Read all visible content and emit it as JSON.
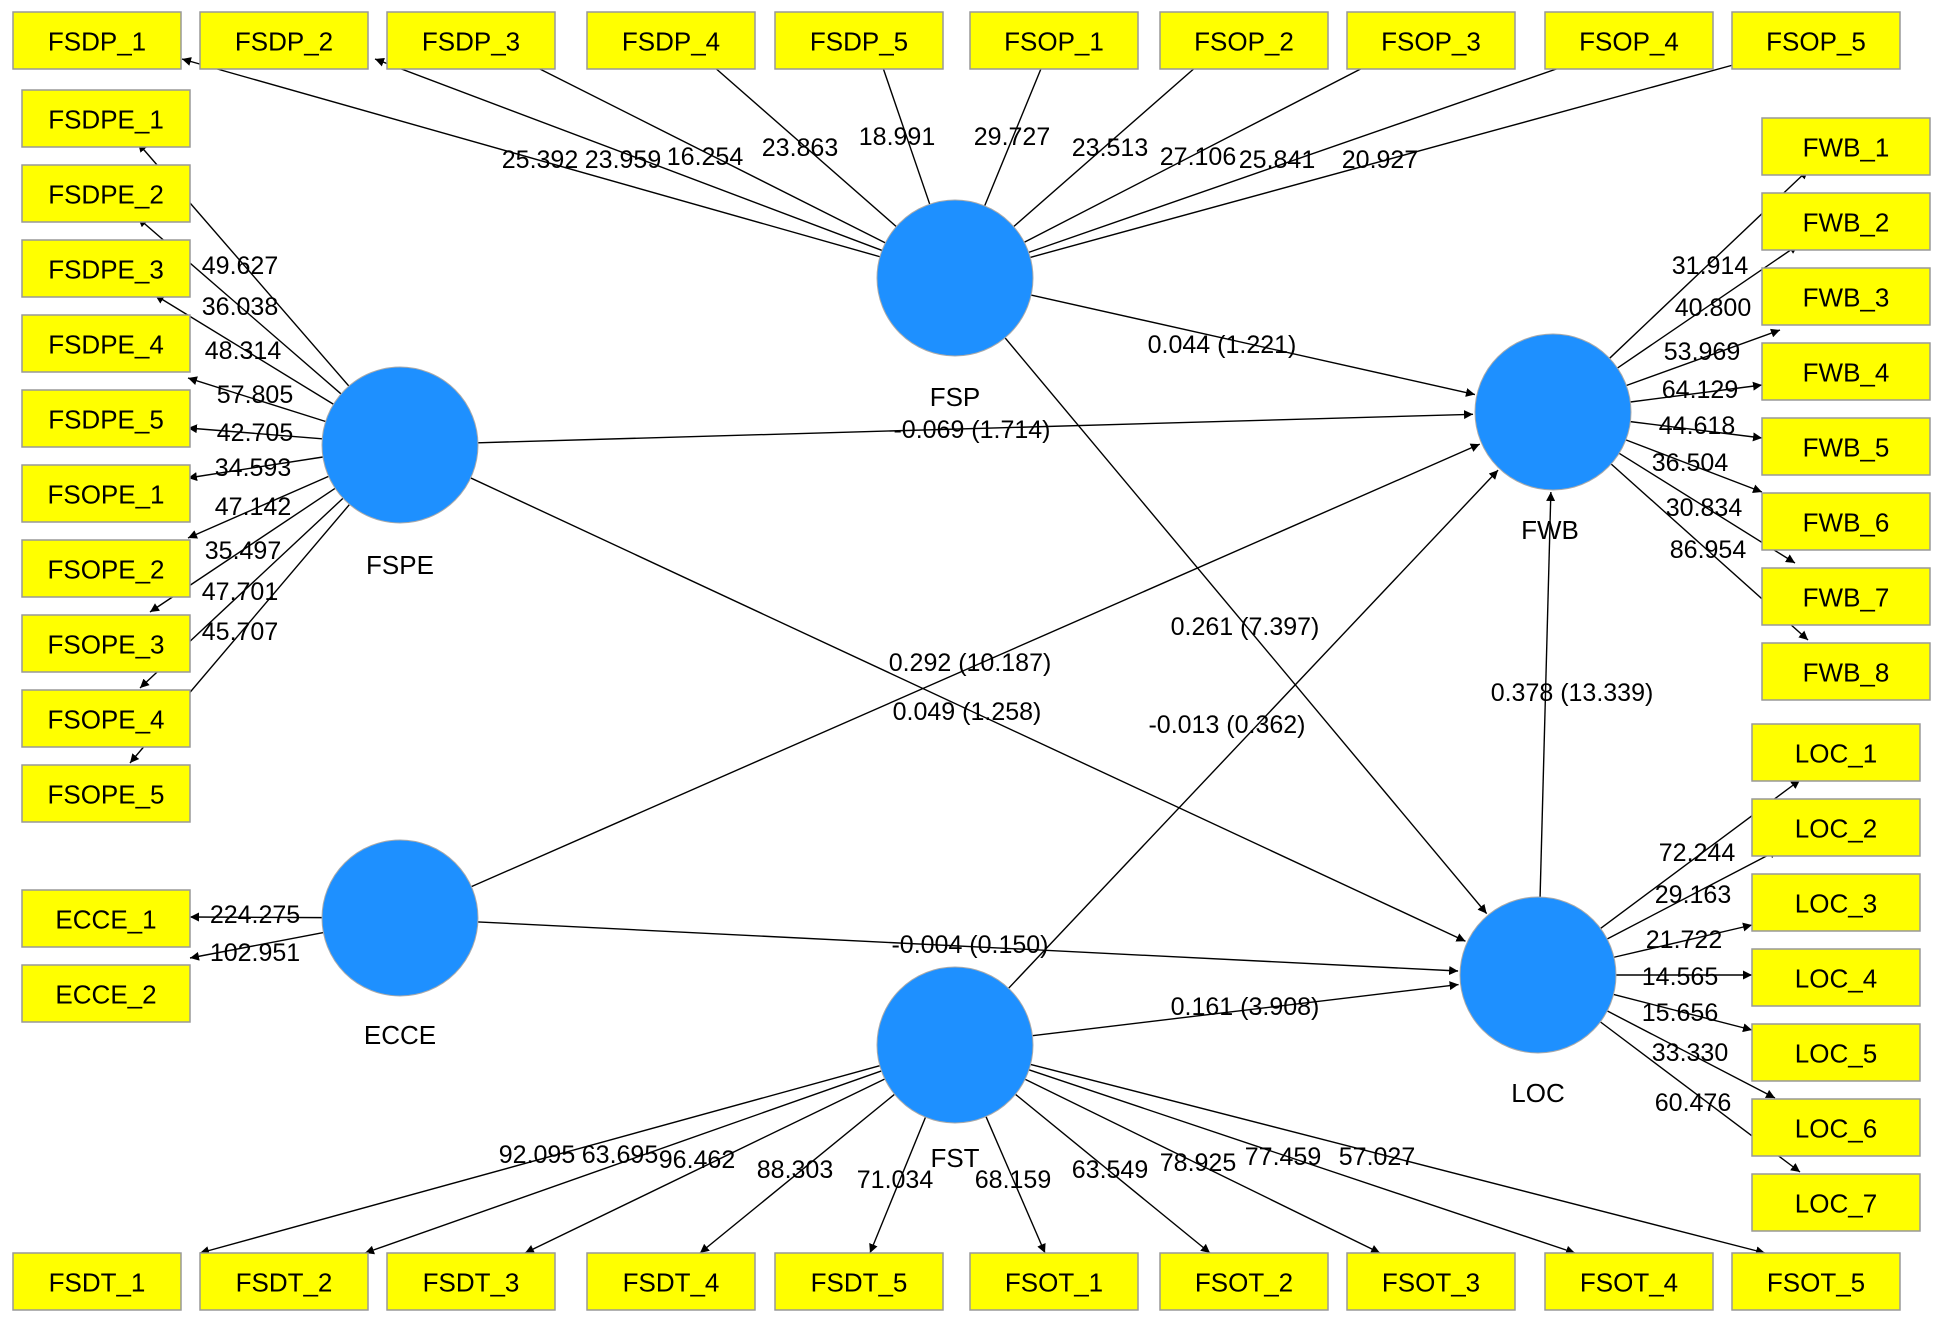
{
  "latents": [
    {
      "id": "FSP",
      "label": "FSP"
    },
    {
      "id": "FSPE",
      "label": "FSPE"
    },
    {
      "id": "FWB",
      "label": "FWB"
    },
    {
      "id": "ECCE",
      "label": "ECCE"
    },
    {
      "id": "FST",
      "label": "FST"
    },
    {
      "id": "LOC",
      "label": "LOC"
    }
  ],
  "indicators": [
    {
      "id": "FSDP_1",
      "label": "FSDP_1"
    },
    {
      "id": "FSDP_2",
      "label": "FSDP_2"
    },
    {
      "id": "FSDP_3",
      "label": "FSDP_3"
    },
    {
      "id": "FSDP_4",
      "label": "FSDP_4"
    },
    {
      "id": "FSDP_5",
      "label": "FSDP_5"
    },
    {
      "id": "FSOP_1",
      "label": "FSOP_1"
    },
    {
      "id": "FSOP_2",
      "label": "FSOP_2"
    },
    {
      "id": "FSOP_3",
      "label": "FSOP_3"
    },
    {
      "id": "FSOP_4",
      "label": "FSOP_4"
    },
    {
      "id": "FSOP_5",
      "label": "FSOP_5"
    },
    {
      "id": "FSDPE_1",
      "label": "FSDPE_1"
    },
    {
      "id": "FSDPE_2",
      "label": "FSDPE_2"
    },
    {
      "id": "FSDPE_3",
      "label": "FSDPE_3"
    },
    {
      "id": "FSDPE_4",
      "label": "FSDPE_4"
    },
    {
      "id": "FSDPE_5",
      "label": "FSDPE_5"
    },
    {
      "id": "FSOPE_1",
      "label": "FSOPE_1"
    },
    {
      "id": "FSOPE_2",
      "label": "FSOPE_2"
    },
    {
      "id": "FSOPE_3",
      "label": "FSOPE_3"
    },
    {
      "id": "FSOPE_4",
      "label": "FSOPE_4"
    },
    {
      "id": "FSOPE_5",
      "label": "FSOPE_5"
    },
    {
      "id": "ECCE_1",
      "label": "ECCE_1"
    },
    {
      "id": "ECCE_2",
      "label": "ECCE_2"
    },
    {
      "id": "FWB_1",
      "label": "FWB_1"
    },
    {
      "id": "FWB_2",
      "label": "FWB_2"
    },
    {
      "id": "FWB_3",
      "label": "FWB_3"
    },
    {
      "id": "FWB_4",
      "label": "FWB_4"
    },
    {
      "id": "FWB_5",
      "label": "FWB_5"
    },
    {
      "id": "FWB_6",
      "label": "FWB_6"
    },
    {
      "id": "FWB_7",
      "label": "FWB_7"
    },
    {
      "id": "FWB_8",
      "label": "FWB_8"
    },
    {
      "id": "LOC_1",
      "label": "LOC_1"
    },
    {
      "id": "LOC_2",
      "label": "LOC_2"
    },
    {
      "id": "LOC_3",
      "label": "LOC_3"
    },
    {
      "id": "LOC_4",
      "label": "LOC_4"
    },
    {
      "id": "LOC_5",
      "label": "LOC_5"
    },
    {
      "id": "LOC_6",
      "label": "LOC_6"
    },
    {
      "id": "LOC_7",
      "label": "LOC_7"
    },
    {
      "id": "FSDT_1",
      "label": "FSDT_1"
    },
    {
      "id": "FSDT_2",
      "label": "FSDT_2"
    },
    {
      "id": "FSDT_3",
      "label": "FSDT_3"
    },
    {
      "id": "FSDT_4",
      "label": "FSDT_4"
    },
    {
      "id": "FSDT_5",
      "label": "FSDT_5"
    },
    {
      "id": "FSOT_1",
      "label": "FSOT_1"
    },
    {
      "id": "FSOT_2",
      "label": "FSOT_2"
    },
    {
      "id": "FSOT_3",
      "label": "FSOT_3"
    },
    {
      "id": "FSOT_4",
      "label": "FSOT_4"
    },
    {
      "id": "FSOT_5",
      "label": "FSOT_5"
    }
  ],
  "loadings": [
    {
      "from": "FSP",
      "to": "FSDP_1",
      "value": "25.392"
    },
    {
      "from": "FSP",
      "to": "FSDP_2",
      "value": "23.959"
    },
    {
      "from": "FSP",
      "to": "FSDP_3",
      "value": "16.254"
    },
    {
      "from": "FSP",
      "to": "FSDP_4",
      "value": "23.863"
    },
    {
      "from": "FSP",
      "to": "FSDP_5",
      "value": "18.991"
    },
    {
      "from": "FSP",
      "to": "FSOP_1",
      "value": "29.727"
    },
    {
      "from": "FSP",
      "to": "FSOP_2",
      "value": "23.513"
    },
    {
      "from": "FSP",
      "to": "FSOP_3",
      "value": "27.106"
    },
    {
      "from": "FSP",
      "to": "FSOP_4",
      "value": "25.841"
    },
    {
      "from": "FSP",
      "to": "FSOP_5",
      "value": "20.927"
    },
    {
      "from": "FSPE",
      "to": "FSDPE_1",
      "value": "49.627"
    },
    {
      "from": "FSPE",
      "to": "FSDPE_2",
      "value": "36.038"
    },
    {
      "from": "FSPE",
      "to": "FSDPE_3",
      "value": "48.314"
    },
    {
      "from": "FSPE",
      "to": "FSDPE_4",
      "value": "57.805"
    },
    {
      "from": "FSPE",
      "to": "FSDPE_5",
      "value": "42.705"
    },
    {
      "from": "FSPE",
      "to": "FSOPE_1",
      "value": "34.593"
    },
    {
      "from": "FSPE",
      "to": "FSOPE_2",
      "value": "47.142"
    },
    {
      "from": "FSPE",
      "to": "FSOPE_3",
      "value": "35.497"
    },
    {
      "from": "FSPE",
      "to": "FSOPE_4",
      "value": "47.701"
    },
    {
      "from": "FSPE",
      "to": "FSOPE_5",
      "value": "45.707"
    },
    {
      "from": "ECCE",
      "to": "ECCE_1",
      "value": "224.275"
    },
    {
      "from": "ECCE",
      "to": "ECCE_2",
      "value": "102.951"
    },
    {
      "from": "FWB",
      "to": "FWB_1",
      "value": "31.914"
    },
    {
      "from": "FWB",
      "to": "FWB_2",
      "value": "40.800"
    },
    {
      "from": "FWB",
      "to": "FWB_3",
      "value": "53.969"
    },
    {
      "from": "FWB",
      "to": "FWB_4",
      "value": "64.129"
    },
    {
      "from": "FWB",
      "to": "FWB_5",
      "value": "44.618"
    },
    {
      "from": "FWB",
      "to": "FWB_6",
      "value": "36.504"
    },
    {
      "from": "FWB",
      "to": "FWB_7",
      "value": "30.834"
    },
    {
      "from": "FWB",
      "to": "FWB_8",
      "value": "86.954"
    },
    {
      "from": "LOC",
      "to": "LOC_1",
      "value": "72.244"
    },
    {
      "from": "LOC",
      "to": "LOC_2",
      "value": "29.163"
    },
    {
      "from": "LOC",
      "to": "LOC_3",
      "value": "21.722"
    },
    {
      "from": "LOC",
      "to": "LOC_4",
      "value": "14.565"
    },
    {
      "from": "LOC",
      "to": "LOC_5",
      "value": "15.656"
    },
    {
      "from": "LOC",
      "to": "LOC_6",
      "value": "33.330"
    },
    {
      "from": "LOC",
      "to": "LOC_7",
      "value": "60.476"
    },
    {
      "from": "FST",
      "to": "FSDT_1",
      "value": "92.095"
    },
    {
      "from": "FST",
      "to": "FSDT_2",
      "value": "63.695"
    },
    {
      "from": "FST",
      "to": "FSDT_3",
      "value": "96.462"
    },
    {
      "from": "FST",
      "to": "FSDT_4",
      "value": "88.303"
    },
    {
      "from": "FST",
      "to": "FSDT_5",
      "value": "71.034"
    },
    {
      "from": "FST",
      "to": "FSOT_1",
      "value": "68.159"
    },
    {
      "from": "FST",
      "to": "FSOT_2",
      "value": "63.549"
    },
    {
      "from": "FST",
      "to": "FSOT_3",
      "value": "78.925"
    },
    {
      "from": "FST",
      "to": "FSOT_4",
      "value": "77.459"
    },
    {
      "from": "FST",
      "to": "FSOT_5",
      "value": "57.027"
    }
  ],
  "paths": [
    {
      "from": "FSP",
      "to": "FWB",
      "value": "0.044 (1.221)"
    },
    {
      "from": "FSPE",
      "to": "FWB",
      "value": "-0.069 (1.714)"
    },
    {
      "from": "FSP",
      "to": "LOC",
      "value": "0.261 (7.397)"
    },
    {
      "from": "ECCE",
      "to": "FWB",
      "value": "0.292 (10.187)"
    },
    {
      "from": "FSPE",
      "to": "LOC",
      "value": "0.049 (1.258)"
    },
    {
      "from": "FST",
      "to": "FWB",
      "value": "-0.013 (0.362)"
    },
    {
      "from": "LOC",
      "to": "FWB",
      "value": "0.378 (13.339)"
    },
    {
      "from": "ECCE",
      "to": "LOC",
      "value": "-0.004 (0.150)"
    },
    {
      "from": "FST",
      "to": "LOC",
      "value": "0.161 (3.908)"
    }
  ],
  "colors": {
    "latent": "#1e90ff",
    "indicator": "#ffff00",
    "line": "#000000"
  }
}
